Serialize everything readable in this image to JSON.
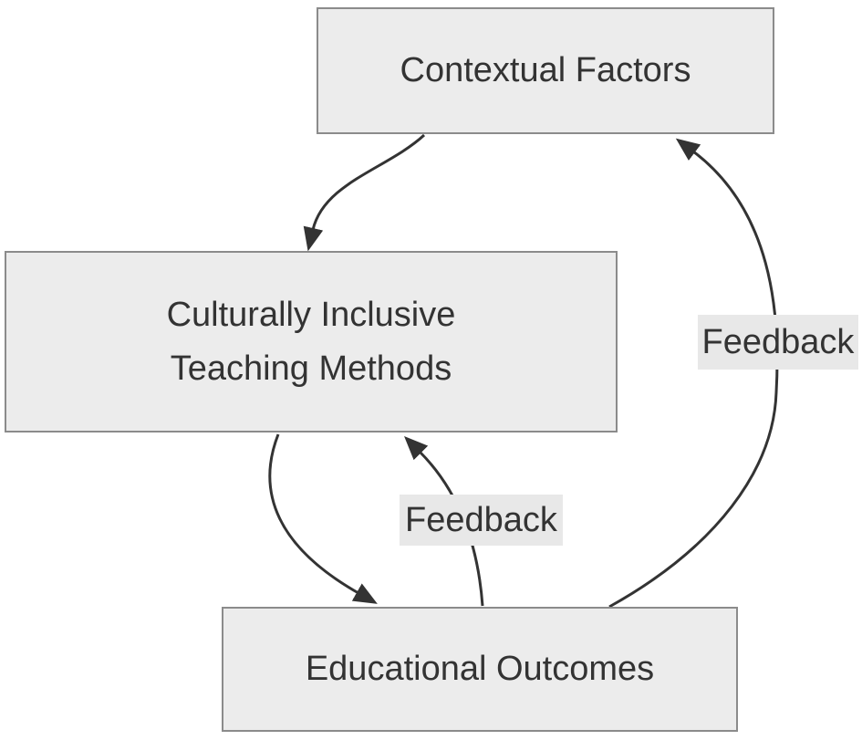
{
  "diagram": {
    "type": "flowchart",
    "background": "#ffffff",
    "nodes": [
      {
        "id": "contextual-factors",
        "label": "Contextual Factors"
      },
      {
        "id": "teaching-methods",
        "label": "Culturally Inclusive Teaching Methods",
        "lines": [
          "Culturally Inclusive",
          "Teaching Methods"
        ]
      },
      {
        "id": "educational-outcomes",
        "label": "Educational Outcomes"
      }
    ],
    "edges": [
      {
        "from": "contextual-factors",
        "to": "teaching-methods",
        "label": ""
      },
      {
        "from": "teaching-methods",
        "to": "educational-outcomes",
        "label": ""
      },
      {
        "from": "educational-outcomes",
        "to": "teaching-methods",
        "label": "Feedback"
      },
      {
        "from": "educational-outcomes",
        "to": "contextual-factors",
        "label": "Feedback"
      }
    ],
    "colors": {
      "node_fill": "#ececec",
      "node_border": "#8b8b8b",
      "text": "#333333",
      "edge_stroke": "#333333",
      "edge_label_bg": "#e8e8e8"
    }
  }
}
